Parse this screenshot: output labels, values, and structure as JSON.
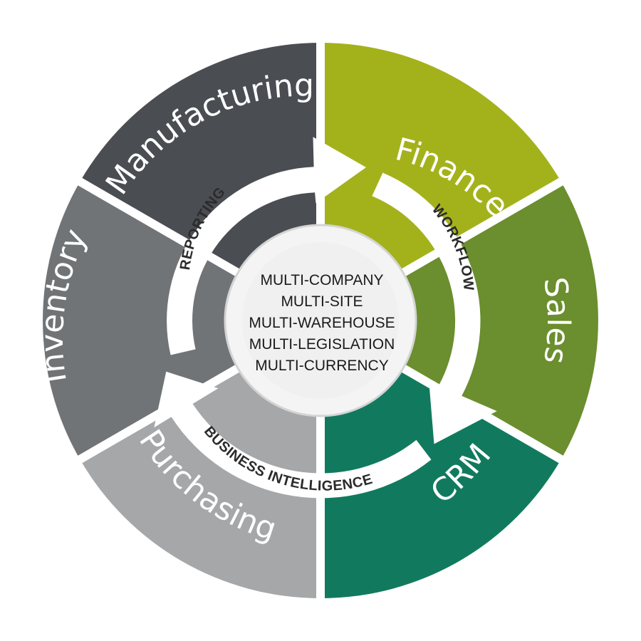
{
  "segments": [
    {
      "label": "Finance",
      "color": "#a3b21b"
    },
    {
      "label": "Sales",
      "color": "#6b8e2e"
    },
    {
      "label": "CRM",
      "color": "#117a5e"
    },
    {
      "label": "Purchasing",
      "color": "#a5a7a9"
    },
    {
      "label": "Inventory",
      "color": "#717476"
    },
    {
      "label": "Manufacturing",
      "color": "#4a4d52"
    }
  ],
  "arrows": {
    "reporting": "REPORTING",
    "workflow": "WORKFLOW",
    "business_intelligence": "BUSINESS INTELLIGENCE"
  },
  "center": {
    "lines": [
      "MULTI-COMPANY",
      "MULTI-SITE",
      "MULTI-WAREHOUSE",
      "MULTI-LEGISLATION",
      "MULTI-CURRENCY"
    ]
  }
}
